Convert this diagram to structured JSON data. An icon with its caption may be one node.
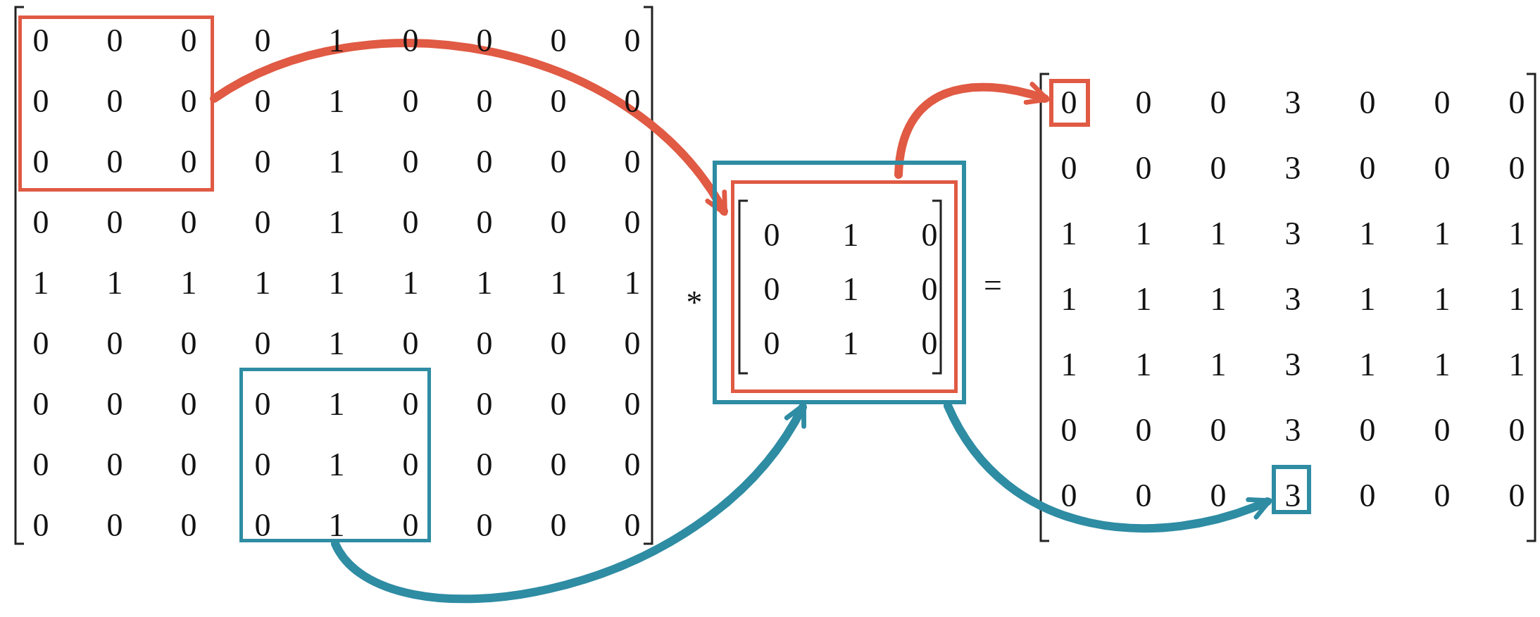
{
  "diagram": {
    "nodes": [
      {
        "text": [
          "0",
          "0",
          "0",
          "0",
          "0",
          "0",
          "0",
          "0",
          "0"
        ]
      },
      {
        "text": [
          "0",
          "1",
          "0",
          "0",
          "1",
          "0",
          "0",
          "1",
          "0"
        ]
      },
      {
        "text": [],
        "shape": "box"
      },
      {
        "text": [
          "0",
          "1",
          "0",
          "0",
          "1",
          "0",
          "0",
          "1",
          "0"
        ],
        "in": 2
      },
      {
        "text": [
          "0"
        ]
      },
      {
        "text": [
          "3"
        ]
      }
    ],
    "edges": [
      {
        "from": 0,
        "to": 3,
        "arrow": "to",
        "color": "#e05a44"
      },
      {
        "from": 1,
        "to": 2,
        "arrow": "to",
        "color": "#2e8ca3"
      },
      {
        "from": 3,
        "to": 4,
        "arrow": "to",
        "color": "#e05a44"
      },
      {
        "from": 2,
        "to": 5,
        "arrow": "to",
        "color": "#2e8ca3"
      }
    ],
    "labels": [
      "0",
      "1",
      "0",
      "0",
      "0",
      "0",
      "0",
      "1",
      "0",
      "0",
      "0",
      "0",
      "0",
      "1",
      "0",
      "0",
      "0",
      "0",
      "0",
      "0",
      "0",
      "0",
      "1",
      "0",
      "0",
      "0",
      "0",
      "1",
      "1",
      "1",
      "1",
      "1",
      "1",
      "1",
      "1",
      "1",
      "0",
      "0",
      "0",
      "0",
      "1",
      "0",
      "0",
      "0",
      "0",
      "0",
      "0",
      "0",
      "0",
      "0",
      "0",
      "0",
      "0",
      "0",
      "0",
      "0",
      "0",
      "0",
      "0",
      "0",
      "0",
      "0",
      "0",
      "*",
      "=",
      "0",
      "0",
      "3",
      "0",
      "0",
      "0",
      "0",
      "0",
      "0",
      "3",
      "0",
      "0",
      "0",
      "1",
      "1",
      "1",
      "3",
      "1",
      "1",
      "1",
      "1",
      "1",
      "1",
      "3",
      "1",
      "1",
      "1",
      "1",
      "1",
      "1",
      "3",
      "1",
      "1",
      "1",
      "0",
      "0",
      "0",
      "3",
      "0",
      "0",
      "0",
      "0",
      "0",
      "0",
      "0",
      "0",
      "0"
    ]
  }
}
